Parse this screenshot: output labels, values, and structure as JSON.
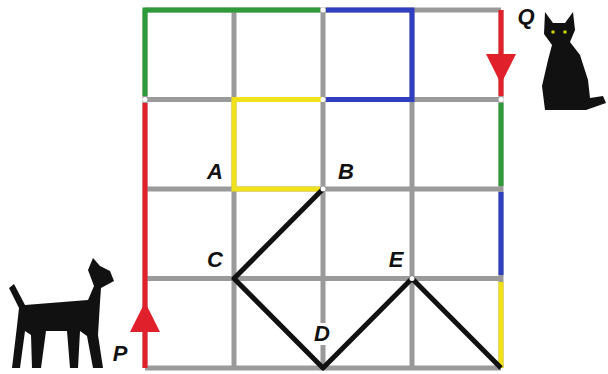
{
  "diagram": {
    "labels": [
      "Q",
      "A",
      "B",
      "C",
      "E",
      "D",
      "P"
    ]
  }
}
